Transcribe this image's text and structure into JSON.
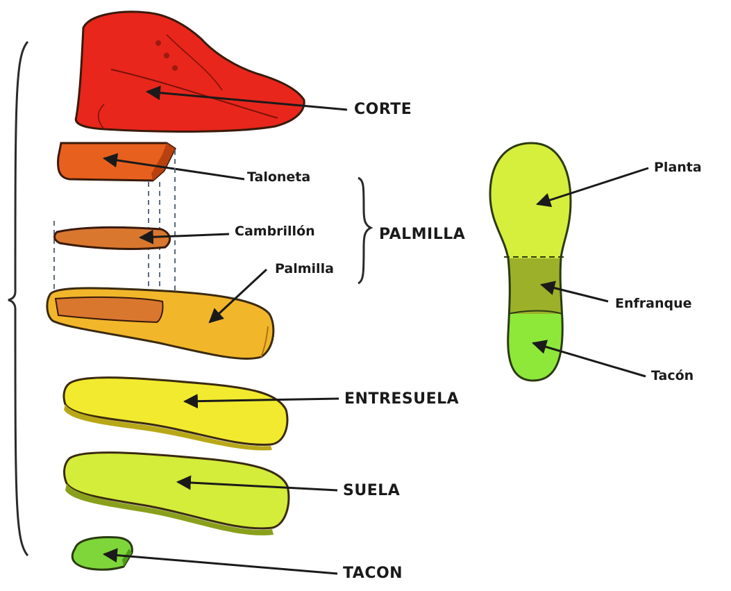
{
  "labels": {
    "corte": "CORTE",
    "taloneta": "Taloneta",
    "cambrillon": "Cambrillón",
    "palmilla_group": "PALMILLA",
    "palmilla": "Palmilla",
    "entresuela": "ENTRESUELA",
    "suela": "SUELA",
    "tacon": "TACON",
    "planta": "Planta",
    "enfranque": "Enfranque",
    "tacon_sole": "Tacón"
  },
  "colors": {
    "corte": "#e8261c",
    "taloneta": "#e8601e",
    "cambrillon": "#d9772f",
    "palmilla": "#f2b62a",
    "entresuela": "#f2ea2e",
    "suela": "#d4ec3a",
    "tacon": "#7ed63a",
    "planta": "#d6ee3c",
    "enfranque": "#9cb02a",
    "tacon_sole": "#8ee83a",
    "outline": "#3a2a10",
    "arrow": "#1a1a1a"
  }
}
